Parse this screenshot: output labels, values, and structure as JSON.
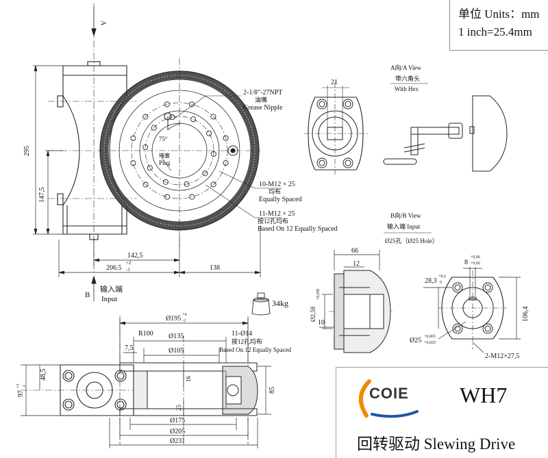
{
  "units": {
    "line1": "单位 Units：mm",
    "line2": "1 inch=25.4mm"
  },
  "title": {
    "model": "WH7",
    "name": "回转驱动  Slewing Drive",
    "logo_text": "COIE"
  },
  "colors": {
    "logo_orange": "#f08a00",
    "logo_blue": "#1a5aa8",
    "line": "#222222"
  },
  "front_view": {
    "arrow_a": "A",
    "dim_295": "295",
    "dim_147_5": "147,5",
    "dim_142_5": "142,5",
    "dim_206_5": "206.5",
    "dim_206_5_tol_upper": "+2",
    "dim_206_5_tol_lower": "-1",
    "dim_138": "138",
    "angle": "75°",
    "plug_cn": "堵塞",
    "plug_en": "Plug",
    "npt": "2-1/8\"-27NPT",
    "npt_cn": "油嘴",
    "npt_en": "Grease Nipple",
    "m12_10": "10-M12 × 25",
    "m12_10_cn": "均布",
    "m12_10_en": "Equally Spaced",
    "m12_11": "11-M12 × 25",
    "m12_11_cn": "按12孔均布",
    "m12_11_en": "Based On 12 Equally Spaced",
    "b_label": "B",
    "input_cn": "输入端",
    "input_en": "Input",
    "weight": "34kg"
  },
  "a_view": {
    "dim_21": "21",
    "title_cn": "A向/A View",
    "hex_cn": "带六角头",
    "hex_en": "With Hex"
  },
  "b_view": {
    "title_cn": "B向/B View",
    "input_label": "输入端   Input",
    "hole_label": "Ø25孔（Ø25 Hole）",
    "dim_66": "66",
    "dim_12": "12",
    "dim_10": "10",
    "dim_d58": "Ø2,58",
    "dim_d58_tol_upper": "+0,05",
    "dim_d58_tol_lower": "0",
    "dim_8": "8",
    "dim_8_tol_upper": "+0,06",
    "dim_8_tol_lower": "+0,02",
    "dim_28_3": "28,3",
    "dim_28_3_tol_upper": "+0,2",
    "dim_28_3_tol_lower": "0",
    "dim_106_4": "106,4",
    "dim_d25": "Ø25",
    "dim_d25_tol_upper": "+0,065",
    "dim_d25_tol_lower": "+0,025",
    "bolts": "2-M12×27,5"
  },
  "section": {
    "d195": "Ø195",
    "d195_tol_upper": "+4",
    "d195_tol_lower": "-2",
    "r100": "R100",
    "d135": "Ø135",
    "holes_11": "11-Ø14",
    "holes_11_cn": "按12孔均布",
    "holes_11_en": "Based On 12 Equally Spaced",
    "dim_7_5": "7,5",
    "d105": "Ø105",
    "dim_16": "16",
    "dim_48_5": "48,5",
    "dim_97": "97",
    "dim_97_tol_upper": "+3",
    "dim_97_tol_lower": "-1",
    "dim_85": "85",
    "dim_25": "25",
    "d175": "Ø175",
    "d205": "Ø205",
    "d231": "Ø231"
  }
}
